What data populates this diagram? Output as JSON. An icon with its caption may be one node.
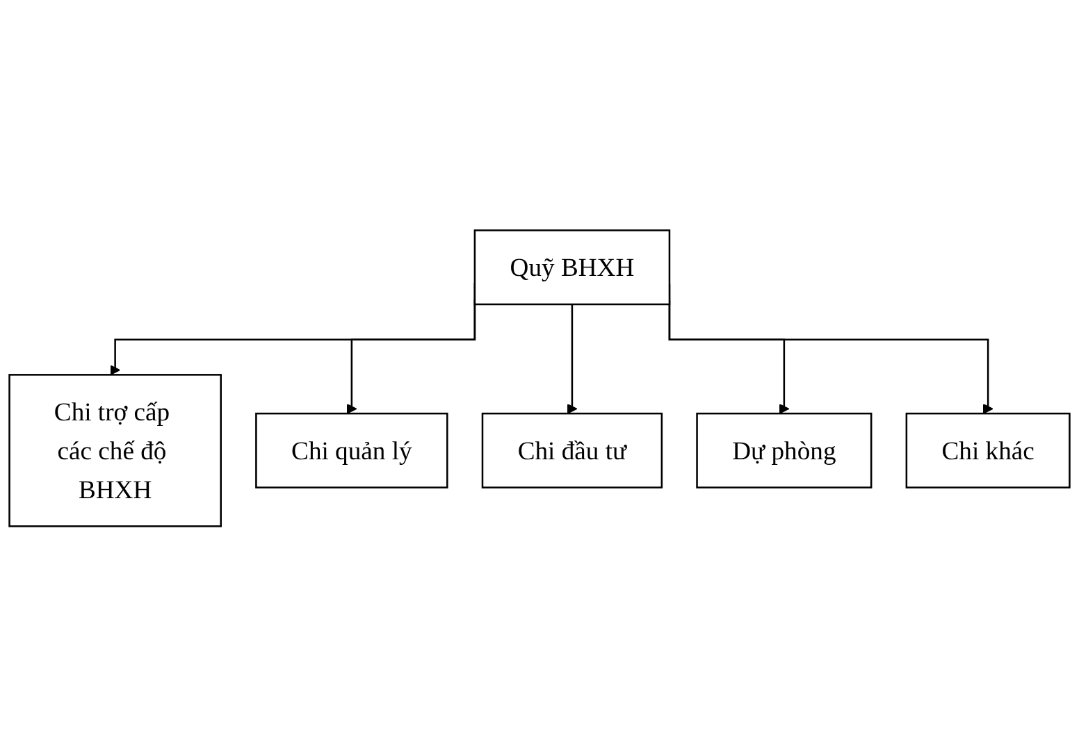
{
  "diagram": {
    "nodes": [
      {
        "text": [
          "Quỹ BHXH"
        ]
      },
      {
        "text": [
          "Chi trợ cấp các chế độ BHXH"
        ]
      },
      {
        "text": [
          "Chi quản lý"
        ]
      },
      {
        "text": [
          "Chi đầu tư"
        ]
      },
      {
        "text": [
          "Dự phòng"
        ]
      },
      {
        "text": [
          "Chi khác"
        ]
      }
    ],
    "edges": [
      {
        "from": 0,
        "to": 1,
        "arrow": "to"
      },
      {
        "from": 0,
        "to": 2,
        "arrow": "to"
      },
      {
        "from": 0,
        "to": 3,
        "arrow": "to"
      },
      {
        "from": 0,
        "to": 4,
        "arrow": "to"
      },
      {
        "from": 0,
        "to": 5,
        "arrow": "to"
      }
    ]
  }
}
